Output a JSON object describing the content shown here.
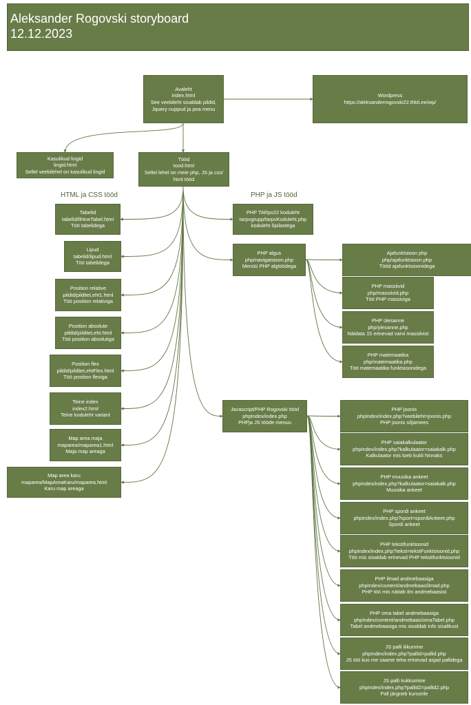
{
  "title": {
    "line1": "Aleksander Rogovski storyboard",
    "line2": "12.12.2023"
  },
  "sections": {
    "html_css": "HTML ja CSS tööd",
    "php_js": "PHP ja JS tööd"
  },
  "nodes": {
    "avaleht": [
      "Avaleht",
      "index.html",
      "See veebileht sisaldab pildid,",
      "Jquery nuppud ja pea menu"
    ],
    "wordpress": [
      "Wordpress",
      "https://aleksanderrogovski22.thkit.ee/wp/"
    ],
    "kasulikud": [
      "Kasulikud lingid",
      "lingid.html",
      "Sellel veebilehel on kasulikud lingid"
    ],
    "tood": [
      "Tööd",
      "tood.html",
      "Sellel lehel on meie php, JS ja css/",
      "html tööd"
    ],
    "tabelid": [
      "Tabelid",
      "tabelid/lihtneTabel.html",
      "Töö tabelidega"
    ],
    "lipud": [
      "Lipud",
      "tabelid/lipud.html",
      "Töö tabelidega"
    ],
    "pos_relative": [
      "Position relative",
      "pildid/pilditeLeht1.html",
      "Töö position relativiga"
    ],
    "pos_absolute": [
      "Position absolute",
      "pildid/pilditeLeht.html",
      "Töö position absolutiga"
    ],
    "pos_flex": [
      "Position flex",
      "pildid/pilditeLehtFlex.html",
      "Töö position flexiga"
    ],
    "teine_index": [
      "Teine index",
      "index2.html",
      "Teine koduleht variant"
    ],
    "map_maja": [
      "Map area maja",
      "maparea/maparea1.html",
      "Maja map areaga"
    ],
    "map_karu": [
      "Map area karu",
      "maparea/MapAreaKaru/maparea.html",
      "Karu map areaga"
    ],
    "php_tarpv": [
      "PHP TARpv22 koduleht",
      "tarpvgrupp/tarpvKoduleht.php",
      "koduleht õpilastega"
    ],
    "php_algus": [
      "PHP algus",
      "php/navigatsioon.php",
      "Menüü PHP algtöödega"
    ],
    "ajafunktsioon": [
      "Ajafunktsioon php",
      "php/ajafunktsioon.php",
      "Tööd ajafunktsioonidega"
    ],
    "massiivid": [
      "PHP massiivid",
      "php/massiivid.php",
      "Töö PHP massiviga"
    ],
    "ulesanne": [
      "PHP ülesanne",
      "php/ylesanne.php",
      "Näidata 15 erinevad varvi massiivist"
    ],
    "matemaatika": [
      "PHP matemaatika",
      "php/matemaatika.php",
      "Töö matemaatika funktsioonidega"
    ],
    "js_php": [
      "Javascript/PHP Rogovski tööd",
      "phpIndex/index.php",
      "PHPja JS tööde menuu"
    ],
    "joonis": [
      "PHP joonis",
      "phpIndex/index.php?veebileht=joonis.php",
      "PHP joonis sõjamees"
    ],
    "saiakalkulaator": [
      "PHP saiakalkulaator",
      "phpIndex/index.php?kalkulaator=saiakalk.php",
      "Kalkulaator mis loeb kukli hinnaks"
    ],
    "muusika": [
      "PHP muusika ankeet",
      "phpIndex/index.php?kalkulaator=saiakalk.php",
      "Muusika ankeet"
    ],
    "spordi": [
      "PHP spordi  ankeet",
      "phpIndex/index.php?sport=spordiAnkeet.php",
      "Spordi ankeet"
    ],
    "tekstifunktsioonid": [
      "PHP tekstifunktioonid",
      "phpIndex/index.php?tekst=tekstFunktsioonid.php",
      "Töö mis sisaldab erinevad PHP tekstifunktsioonid"
    ],
    "ilmad": [
      "PHP ilmad andmebaasiga",
      "phpIndex/content/andmebaas/ilmad.php",
      "PHP töö mis näitab ilm andmebaasist"
    ],
    "omatabel": [
      "PHP oma tabel andmebaasiga",
      "phpIndex/content/andmebaas/omaTabel.php",
      "Tabel andmebaasiga mis sisaldab info sisalikust"
    ],
    "pallid": [
      "JS palli liikumine",
      "phpIndex/index.php?pallid=pallid.php",
      "JS töö kus me saame teha erinevad asjad pallidega"
    ],
    "pallid2": [
      "JS palli kukkumine",
      "phpIndex/index.php?pallid2=pallid2.php",
      "Pall järgneb kursorile"
    ]
  },
  "colors": {
    "box": "#687c48",
    "line": "#5f7340",
    "section_text": "#4f6036"
  }
}
